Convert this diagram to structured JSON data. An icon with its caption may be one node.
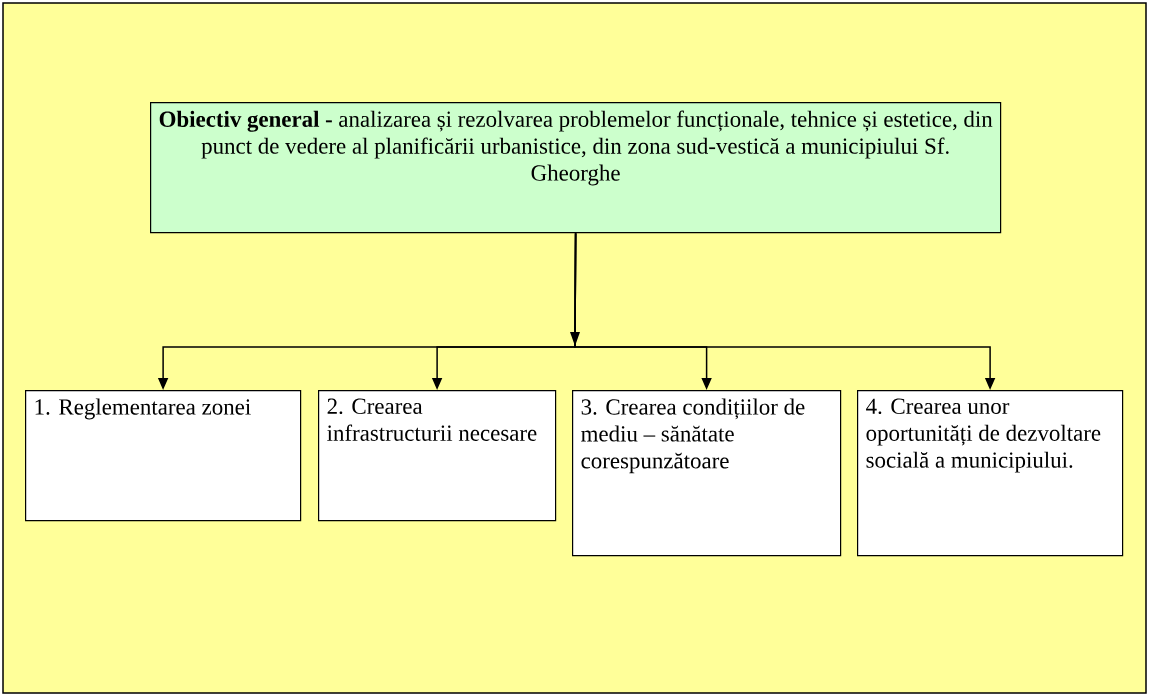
{
  "diagram": {
    "nodes": [
      {
        "text": [
          "**Obiectiv general -** analizarea și rezolvarea problemelor funcționale, tehnice și estetice, din punct de vedere al planificării urbanistice, din zona sud-vestică a municipiului Sf. Gheorghe"
        ]
      },
      {
        "text": [
          "1. Reglementarea zonei"
        ]
      },
      {
        "text": [
          "2. Crearea infrastructurii necesare"
        ]
      },
      {
        "text": [
          "3. Crearea condițiilor de mediu – sănătate corespunzătoare"
        ]
      },
      {
        "text": [
          "4. Crearea unor oportunități  de dezvoltare socială a municipiului."
        ]
      }
    ],
    "edges": [
      {
        "from": 0,
        "to": 1,
        "arrow": "to"
      },
      {
        "from": 0,
        "to": 2,
        "arrow": "to"
      },
      {
        "from": 0,
        "to": 3,
        "arrow": "to"
      },
      {
        "from": 0,
        "to": 4,
        "arrow": "to"
      }
    ]
  }
}
